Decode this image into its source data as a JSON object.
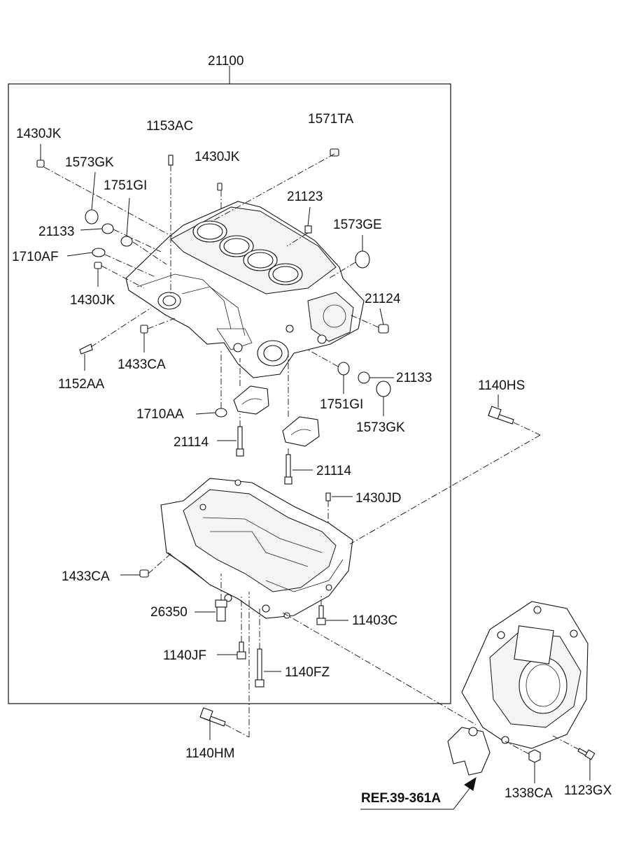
{
  "assembly_label": "21100",
  "reference": "REF.39-361A",
  "parts": {
    "p_1430JK_a": "1430JK",
    "p_1153AC": "1153AC",
    "p_1571TA": "1571TA",
    "p_1573GK_a": "1573GK",
    "p_1430JK_b": "1430JK",
    "p_1751GI_a": "1751GI",
    "p_21123": "21123",
    "p_21133_a": "21133",
    "p_1573GE": "1573GE",
    "p_1710AF": "1710AF",
    "p_1430JK_c": "1430JK",
    "p_21124": "21124",
    "p_1433CA_a": "1433CA",
    "p_1152AA": "1152AA",
    "p_21133_b": "21133",
    "p_1751GI_b": "1751GI",
    "p_1140HS": "1140HS",
    "p_1573GK_b": "1573GK",
    "p_1710AA": "1710AA",
    "p_21114_a": "21114",
    "p_21114_b": "21114",
    "p_1430JD": "1430JD",
    "p_1433CA_b": "1433CA",
    "p_26350": "26350",
    "p_11403C": "11403C",
    "p_1140JF": "1140JF",
    "p_1140FZ": "1140FZ",
    "p_1140HM": "1140HM",
    "p_1338CA": "1338CA",
    "p_1123GX": "1123GX"
  }
}
